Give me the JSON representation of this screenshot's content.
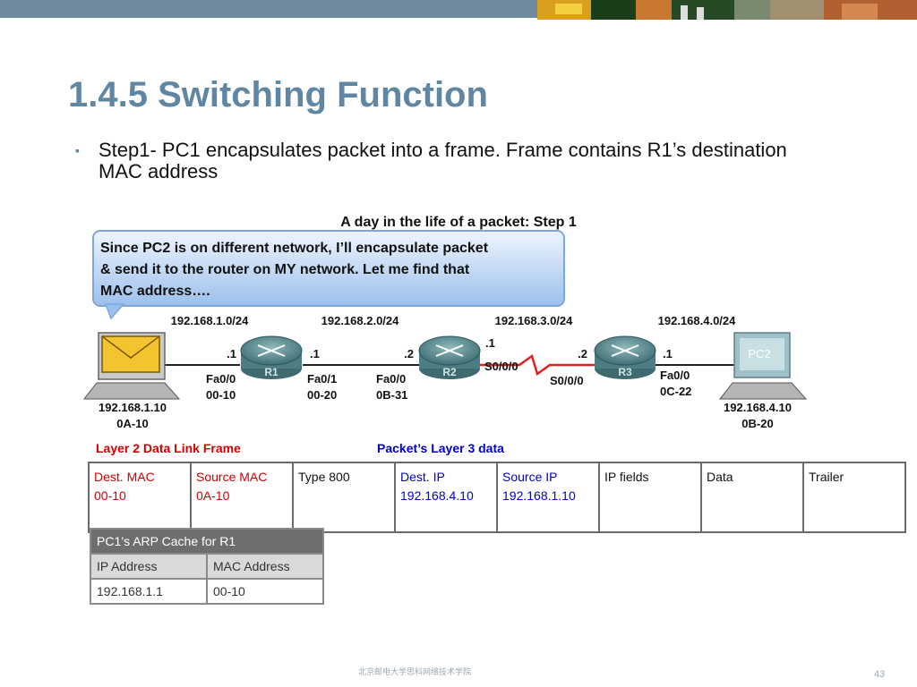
{
  "slide": {
    "title": "1.4.5 Switching Function",
    "bullet": "Step1- PC1 encapsulates packet into a frame.  Frame contains R1’s destination MAC address",
    "footer": "北京邮电大学思科网络技术学院",
    "page_number": "43"
  },
  "diagram": {
    "caption": "A day in the life of a packet: Step 1",
    "speech": [
      "Since PC2 is on different network, I’ll encapsulate packet",
      "& send it to the router on MY network. Let me find that",
      "MAC address…."
    ],
    "networks": [
      "192.168.1.0/24",
      "192.168.2.0/24",
      "192.168.3.0/24",
      "192.168.4.0/24"
    ],
    "routers": [
      "R1",
      "R2",
      "R3"
    ],
    "pc2_label": "PC2",
    "pc1": {
      "ip": "192.168.1.10",
      "mac": "0A-10"
    },
    "pc2": {
      "ip": "192.168.4.10",
      "mac": "0B-20"
    },
    "r1": {
      "left_ip": ".1",
      "left_if": "Fa0/0",
      "left_mac": "00-10",
      "right_ip": ".1",
      "right_if": "Fa0/1",
      "right_mac": "00-20"
    },
    "r2": {
      "left_ip": ".2",
      "left_if": "Fa0/0",
      "left_mac": "0B-31",
      "right_ip": ".1",
      "right_if": "S0/0/0"
    },
    "r3": {
      "left_ip": ".2",
      "left_if": "S0/0/0",
      "right_ip": ".1",
      "right_if": "Fa0/0",
      "right_mac": "0C-22"
    },
    "layer2_label": "Layer 2 Data Link Frame",
    "layer3_label": "Packet’s Layer 3 data"
  },
  "frame": {
    "dest_mac_label": "Dest. MAC",
    "dest_mac": "00-10",
    "src_mac_label": "Source MAC",
    "src_mac": "0A-10",
    "type": "Type 800",
    "dest_ip_label": "Dest. IP",
    "dest_ip": "192.168.4.10",
    "src_ip_label": "Source IP",
    "src_ip": "192.168.1.10",
    "ip_fields": "IP fields",
    "data": "Data",
    "trailer": "Trailer"
  },
  "arp": {
    "title": "PC1’s ARP Cache for R1",
    "col_ip": "IP Address",
    "col_mac": "MAC Address",
    "ip": "192.168.1.1",
    "mac": "00-10"
  },
  "colors": {
    "title": "#5f87a3",
    "topbar": "#6f8a9c",
    "bubble": "#a9c8ee",
    "router": "#5b8a90",
    "serial_link": "#e02020",
    "red_text": "#d40000",
    "blue_text": "#0000d0"
  },
  "icons": [
    "envelope-icon",
    "router-icon",
    "pc-icon",
    "speech-bubble-icon",
    "serial-link-icon"
  ]
}
